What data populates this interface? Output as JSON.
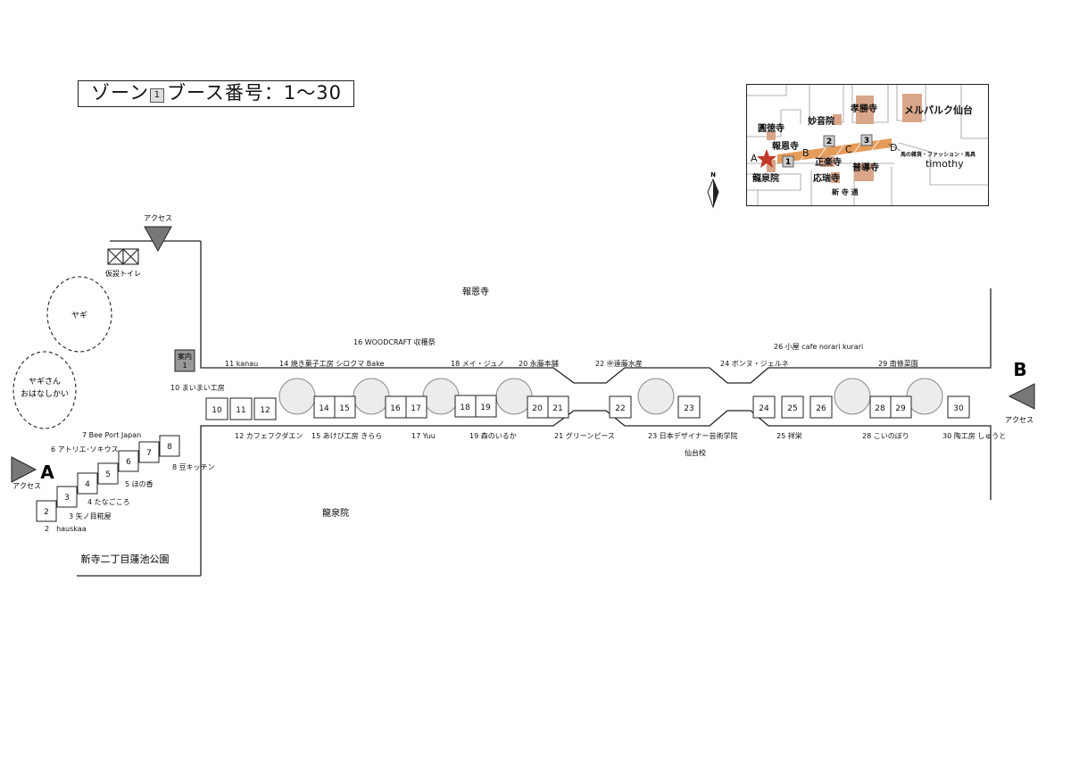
{
  "header": {
    "zone_label": "ゾーン",
    "zone_number": "1",
    "title_suffix": "ブース番号：1〜30"
  },
  "colors": {
    "booth_border": "#222222",
    "access_arrow": "#777777",
    "inset_building": "#d9a68a",
    "inset_route": "#e08a3c",
    "star": "#c0392b"
  },
  "access_labels": {
    "top": "アクセス",
    "left": "アクセス",
    "right": "アクセス"
  },
  "points": {
    "a": "A",
    "b": "B"
  },
  "facilities": {
    "toilet": "仮設トイレ",
    "info_line1": "案内",
    "info_line2": "1",
    "goat": "ヤギ",
    "goat_talk_line1": "ヤギさん",
    "goat_talk_line2": "おはなしかい"
  },
  "landmarks": {
    "hoonji": "報恩寺",
    "ryusenin": "龍泉院",
    "park": "新寺二丁目蓮池公園",
    "school_sub": "仙台校"
  },
  "booths": [
    "2",
    "3",
    "4",
    "5",
    "6",
    "7",
    "8",
    "10",
    "11",
    "12",
    "14",
    "15",
    "16",
    "17",
    "18",
    "19",
    "20",
    "21",
    "22",
    "23",
    "24",
    "25",
    "26",
    "28",
    "29",
    "30"
  ],
  "vendors": {
    "v2": "2　hauskaa",
    "v3": "3  矢ノ目糀屋",
    "v4": "4  たなごころ",
    "v5": "5  ほの香",
    "v6": "6  アトリエ･ソキウス",
    "v7": "7 Bee Port Japan",
    "v8": "8  豆キッチン",
    "v10": "10  まいまい工房",
    "v11": "11  kanau",
    "v12": "12  カフェフクダエン",
    "v14": "14  焼き菓子工房  シロクマ Bake",
    "v15": "15  あけび工房  きらら",
    "v16": "16 WOODCRAFT  収穫祭",
    "v17": "17 Yuu",
    "v18": "18  メイ・ジュノ",
    "v19": "19  森のいるか",
    "v20": "20  永藤本舗",
    "v21": "21  グリーンピース",
    "v22": "22  ㊥遠藤水産",
    "v23": "23  日本デザイナー芸術学院",
    "v24": "24  ボンヌ・ジェルネ",
    "v25": "25  祥栄",
    "v26": "26  小屋 cafe norari kurari",
    "v28": "28  こいのぼり",
    "v29": "29  南條菜園",
    "v30": "30  陶工房  しゅうと"
  },
  "compass": {
    "n": "N"
  },
  "inset_map": {
    "temples": {
      "kosho": "孝勝寺",
      "myoon": "妙音院",
      "entoku": "圓徳寺",
      "hoon": "報恩寺",
      "shoraku": "正楽寺",
      "fudo": "普導寺",
      "ozui": "応瑞寺",
      "ryusen": "龍泉院"
    },
    "mall": "メルパルク仙台",
    "shop_desc": "馬の雑貨・ファッション・馬具",
    "shop_name": "timothy",
    "street": "新 寺 通",
    "markers": {
      "a": "A",
      "b": "B",
      "c": "C",
      "d": "D"
    },
    "zones": [
      "1",
      "2",
      "3"
    ]
  }
}
